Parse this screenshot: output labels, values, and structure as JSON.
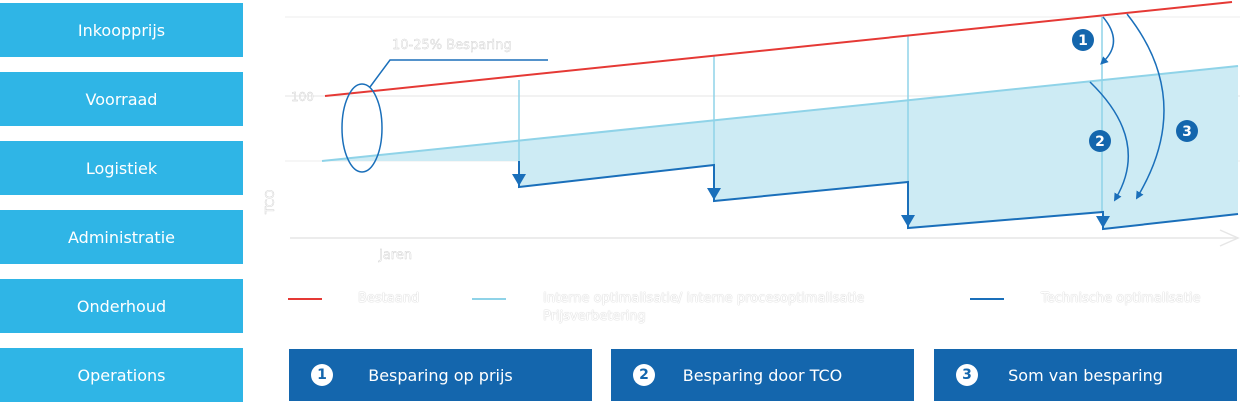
{
  "sidebar": {
    "items": [
      {
        "label": "Inkoopprijs"
      },
      {
        "label": "Voorraad"
      },
      {
        "label": "Logistiek"
      },
      {
        "label": "Administratie"
      },
      {
        "label": "Onderhoud"
      },
      {
        "label": "Operations"
      }
    ]
  },
  "chart_data": {
    "type": "line",
    "callout": "10-25% Besparing",
    "ytick": "100",
    "ylabel": "TCO",
    "xlabel": "Jaren",
    "series": [
      {
        "name": "Bestaand",
        "color": "#e53935"
      },
      {
        "name": "Interne optimalisatie/ interne procesoptimalisatie Prijsverbetering",
        "color": "#8fd3e8"
      },
      {
        "name": "Technische optimalisatie",
        "color": "#1a6fba"
      }
    ],
    "markers": [
      "1",
      "2",
      "3"
    ]
  },
  "legend": {
    "items": [
      {
        "label": "Bestaand",
        "color": "#e53935"
      },
      {
        "label": "Interne optimalisatie/ interne procesoptimalisatie",
        "label2": "Prijsverbetering",
        "color": "#8fd3e8"
      },
      {
        "label": "Technische optimalisatie",
        "color": "#1a6fba"
      }
    ]
  },
  "bottom": {
    "items": [
      {
        "num": "1",
        "label": "Besparing op prijs"
      },
      {
        "num": "2",
        "label": "Besparing door TCO"
      },
      {
        "num": "3",
        "label": "Som van besparing"
      }
    ]
  }
}
